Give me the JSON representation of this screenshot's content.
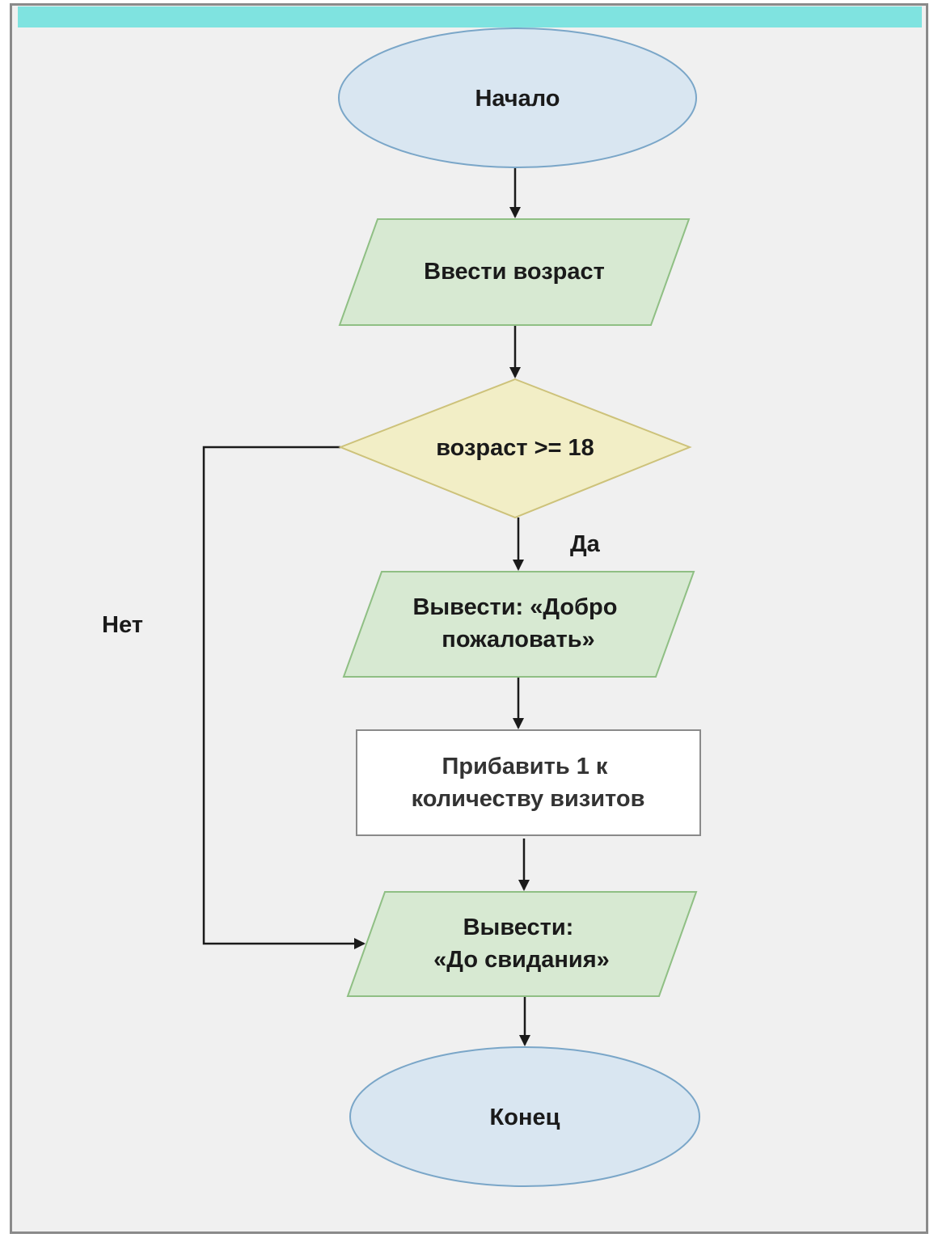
{
  "diagram": {
    "nodes": {
      "start": {
        "lines": [
          "Начало"
        ]
      },
      "input_age": {
        "lines": [
          "Ввести возраст"
        ]
      },
      "decision": {
        "lines": [
          "возраст >= 18"
        ]
      },
      "welcome": {
        "lines": [
          "Вывести: «Добро",
          "пожаловать»"
        ]
      },
      "increment": {
        "lines": [
          "Прибавить 1 к",
          "количеству визитов"
        ]
      },
      "goodbye": {
        "lines": [
          "Вывести:",
          "«До свидания»"
        ]
      },
      "end": {
        "lines": [
          "Конец"
        ]
      }
    },
    "edge_labels": {
      "yes": "Да",
      "no": "Нет"
    }
  },
  "colors": {
    "terminal_fill": "#d9e6f1",
    "io_fill": "#d7e9d2",
    "decision_fill": "#f2eec6",
    "process_fill": "#ffffff",
    "top_bar": "#7fe3e0"
  }
}
